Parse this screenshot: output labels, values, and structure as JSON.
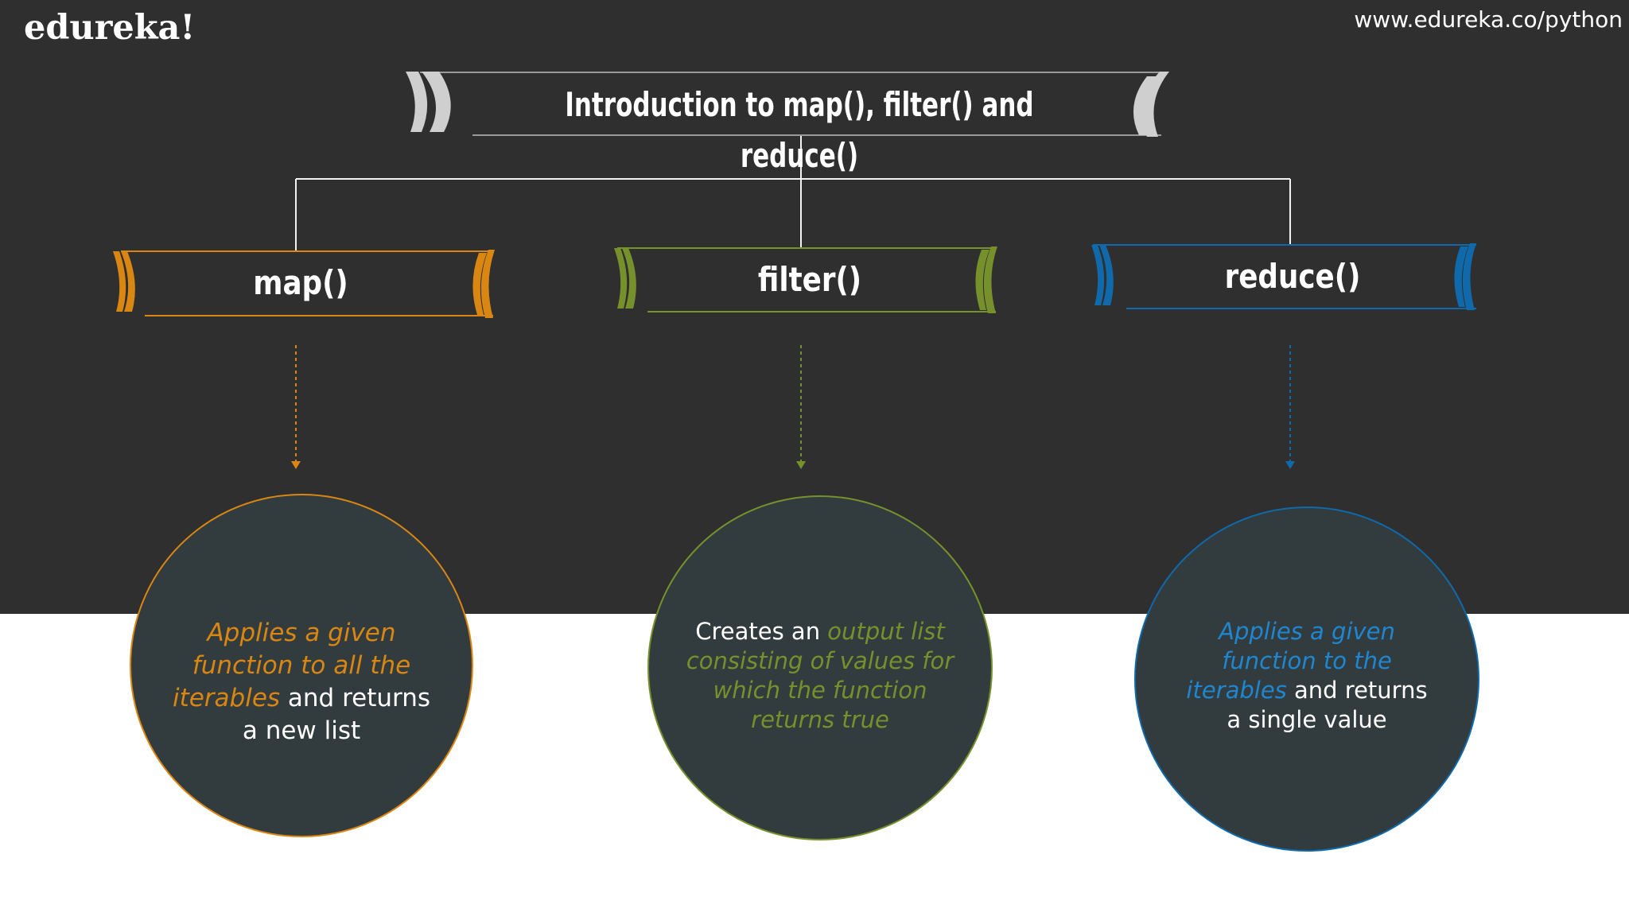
{
  "brand": {
    "logo": "edureka!",
    "url": "www.edureka.co/python"
  },
  "title": "Introduction to map(), filter() and reduce()",
  "colors": {
    "map": "#d98613",
    "filter": "#76912c",
    "reduce": "#0f69aa",
    "title_bracket": "#cfcfcf",
    "panel": "#302f2f",
    "circle_fill": "#323c3e"
  },
  "nodes": [
    {
      "label": "map()",
      "desc_highlight": "Applies a given function to all the iterables",
      "desc_rest": " and returns a new list"
    },
    {
      "label": "filter()",
      "desc_lead": "Creates an ",
      "desc_highlight": "output list consisting of values for which the function returns true"
    },
    {
      "label": "reduce()",
      "desc_highlight": "Applies a given function to the iterables",
      "desc_rest": " and returns a single value"
    }
  ]
}
